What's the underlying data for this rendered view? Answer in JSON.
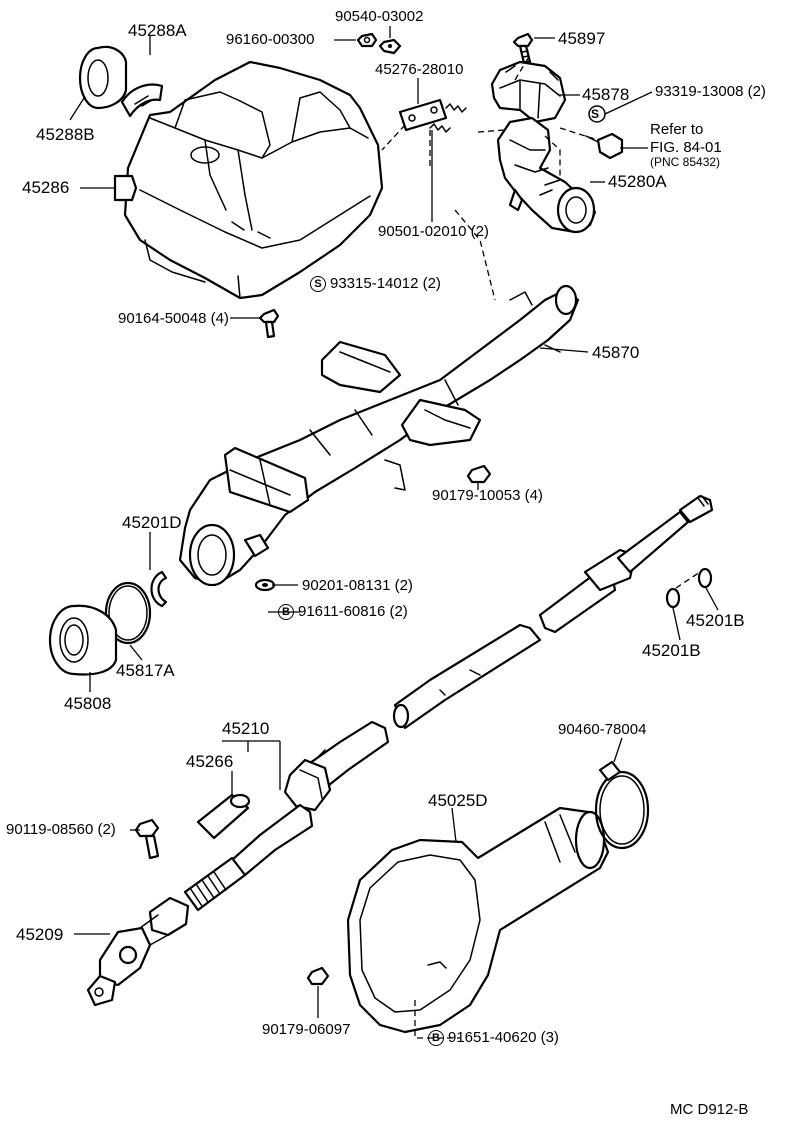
{
  "diagram_id": "MC D912-B",
  "labels": {
    "p45288A": "45288A",
    "p45288B": "45288B",
    "p45286": "45286",
    "p96160": "96160-00300",
    "p90540": "90540-03002",
    "p45276": "45276-28010",
    "p45897": "45897",
    "p45878": "45878",
    "p93319": "93319-13008 (2)",
    "refer_line1": "Refer to",
    "refer_line2": "FIG. 84-01",
    "refer_line3": "(PNC 85432)",
    "p45280A": "45280A",
    "p90501": "90501-02010 (2)",
    "p93315": "93315-14012 (2)",
    "p90164": "90164-50048 (4)",
    "p45870": "45870",
    "p90179a": "90179-10053 (4)",
    "p45201D": "45201D",
    "p90201": "90201-08131 (2)",
    "p91611": "91611-60816 (2)",
    "p45201B_top": "45201B",
    "p45201B_bot": "45201B",
    "p45817A": "45817A",
    "p45808": "45808",
    "p45210": "45210",
    "p45266": "45266",
    "p90460": "90460-78004",
    "p45025D": "45025D",
    "p90119": "90119-08560 (2)",
    "p45209": "45209",
    "p90179b": "90179-06097",
    "p91651": "91651-40620 (3)"
  },
  "markers": {
    "s": "S",
    "b": "B"
  },
  "icons": [
    "bolt-icon",
    "nut-icon",
    "washer-icon",
    "pin-icon",
    "snap-ring-icon",
    "o-ring-icon",
    "bearing-icon",
    "clamp-icon",
    "boot-icon",
    "universal-joint-icon",
    "steering-shaft-icon",
    "column-tube-icon",
    "column-cover-icon",
    "ignition-switch-icon"
  ]
}
